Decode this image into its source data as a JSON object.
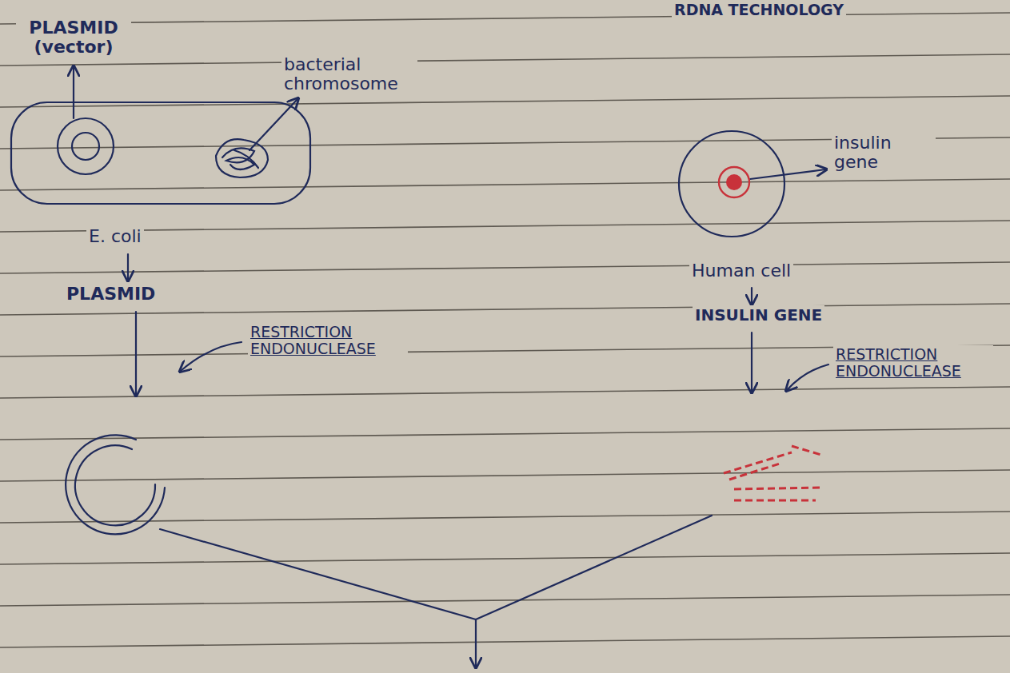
{
  "diagram": {
    "title": "RDNA TECHNOLOGY",
    "labels": [
      "PLASMID (vector)",
      "bacterial chromosome",
      "insulin gene",
      "E. coli",
      "PLASMID",
      "RESTRICTION ENDONUCLEASE",
      "Human cell",
      "INSULIN GENE",
      "RESTRICTION ENDONUCLEASE"
    ]
  }
}
